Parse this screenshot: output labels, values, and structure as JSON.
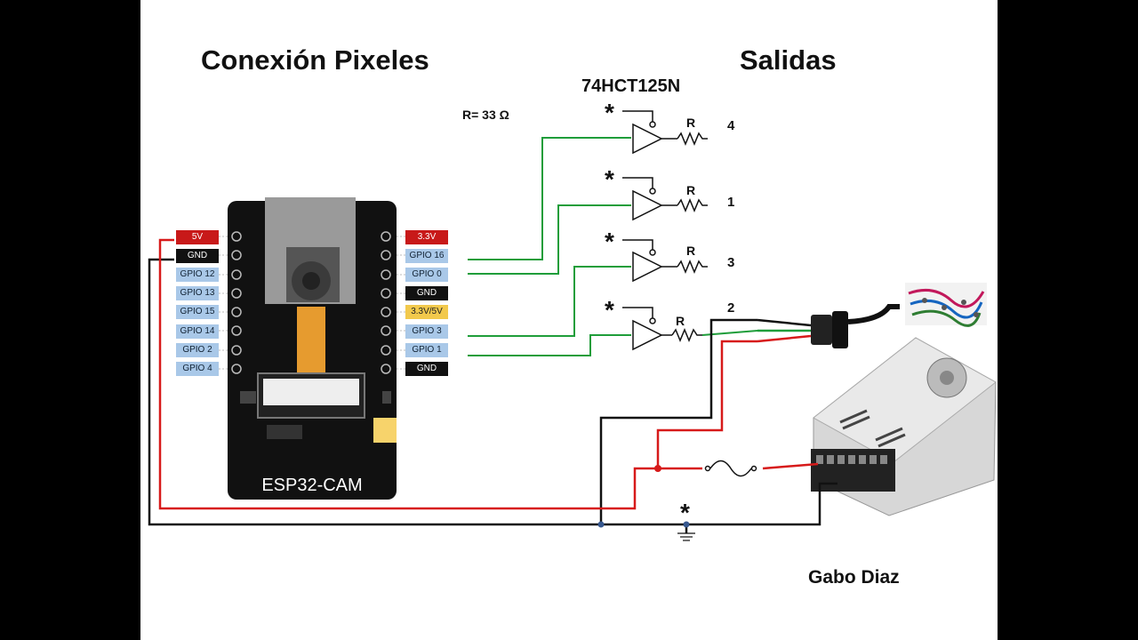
{
  "titles": {
    "left": "Conexión Pixeles",
    "right": "Salidas"
  },
  "chip": {
    "name": "74HCT125N",
    "resistor_note": "R= 33 Ω"
  },
  "board": {
    "name": "ESP32-CAM",
    "left_pins": [
      "5V",
      "GND",
      "GPIO 12",
      "GPIO 13",
      "GPIO 15",
      "GPIO 14",
      "GPIO 2",
      "GPIO 4"
    ],
    "right_pins": [
      "3.3V",
      "GPIO 16",
      "GPIO 0",
      "GND",
      "3.3V/5V",
      "GPIO 3",
      "GPIO 1",
      "GND"
    ]
  },
  "outputs": [
    {
      "number": "4",
      "resistor": "R"
    },
    {
      "number": "1",
      "resistor": "R"
    },
    {
      "number": "3",
      "resistor": "R"
    },
    {
      "number": "2",
      "resistor": "R"
    }
  ],
  "ground_marker": "*",
  "enable_marker": "*",
  "author": "Gabo Diaz",
  "colors": {
    "wire_green": "#1f9d3a",
    "wire_red": "#d71a1a",
    "wire_black": "#111111",
    "pin_power": "#c81919",
    "pin_gpio": "#a9c8e8",
    "pin_gnd": "#111111",
    "pin_vsel": "#f2c94c"
  }
}
